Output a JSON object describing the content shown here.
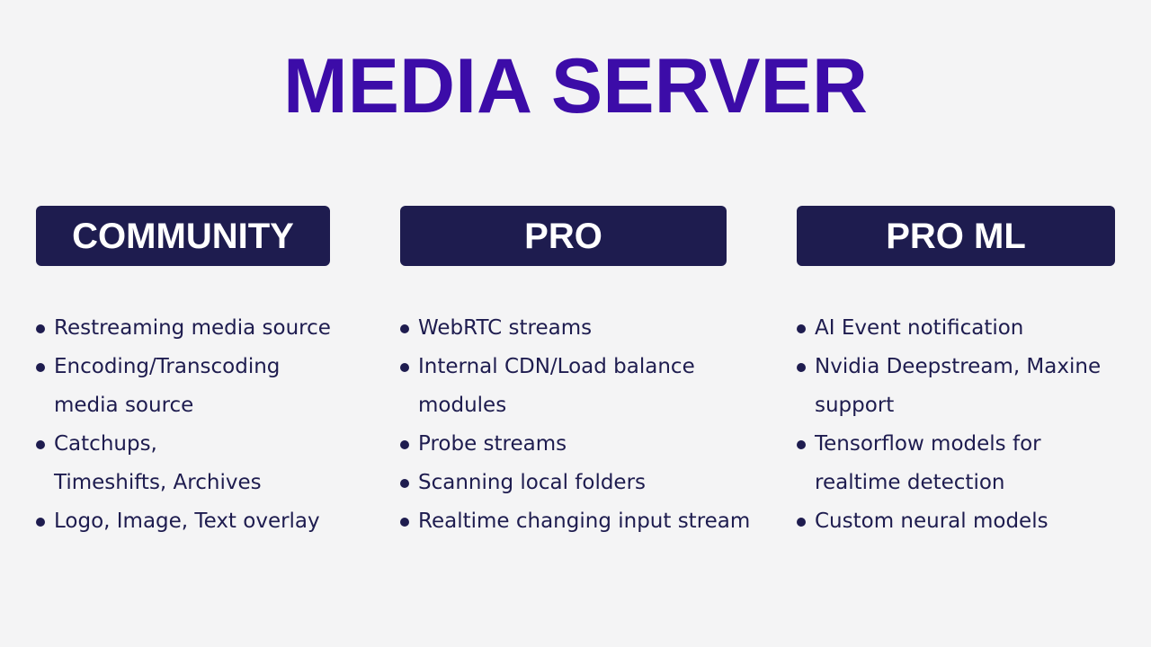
{
  "title": "MEDIA SERVER",
  "colors": {
    "title": "#3c0ca8",
    "header_bg": "#1e1c4f",
    "header_text": "#ffffff",
    "body_text": "#1e1c4f",
    "background": "#f4f4f5"
  },
  "plans": [
    {
      "name": "COMMUNITY",
      "features": [
        "Restreaming media source",
        "Encoding/Transcoding media source",
        "Catchups, Timeshifts, Archives",
        "Logo, Image, Text overlay"
      ]
    },
    {
      "name": "PRO",
      "features": [
        "WebRTC streams",
        "Internal CDN/Load balance modules",
        "Probe streams",
        "Scanning local folders",
        "Realtime changing input stream"
      ]
    },
    {
      "name": "PRO ML",
      "features": [
        "AI Event notification",
        "Nvidia Deepstream, Maxine support",
        "Tensorflow models for realtime detection",
        "Custom neural models"
      ]
    }
  ]
}
